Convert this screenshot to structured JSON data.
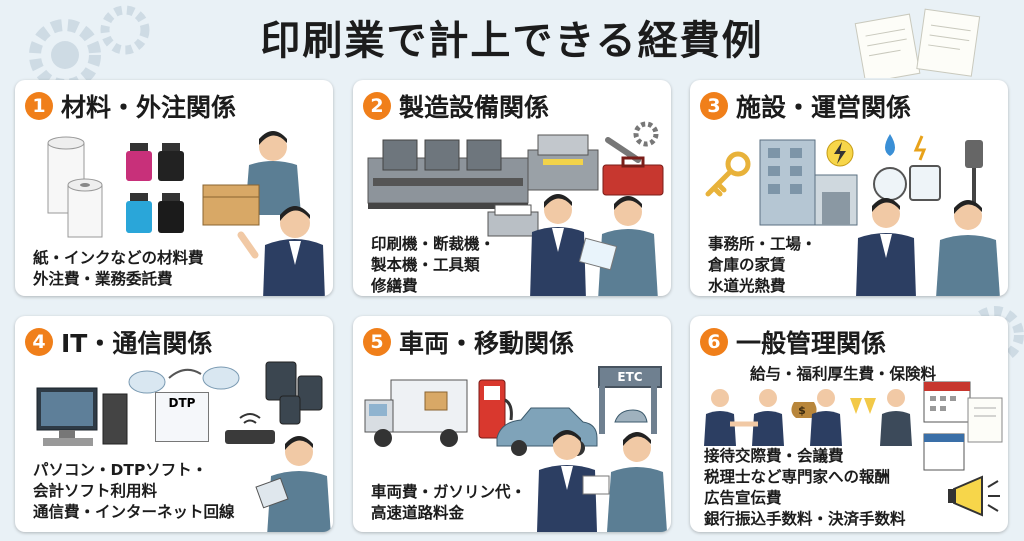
{
  "page_title": "印刷業で計上できる経費例",
  "cards": [
    {
      "number": "1",
      "title": "材料・外注関係",
      "text": "紙・インクなどの材料費\n外注費・業務委託費"
    },
    {
      "number": "2",
      "title": "製造設備関係",
      "text": "印刷機・断裁機・\n製本機・工具類\n修繕費"
    },
    {
      "number": "3",
      "title": "施設・運営関係",
      "text": "事務所・工場・\n倉庫の家賃\n水道光熱費"
    },
    {
      "number": "4",
      "title": "IT・通信関係",
      "text": "パソコン・DTPソフト・\n会計ソフト利用料\n通信費・インターネット回線",
      "dtp_label": "DTP"
    },
    {
      "number": "5",
      "title": "車両・移動関係",
      "text": "車両費・ガソリン代・\n高速道路料金",
      "etc_label": "ETC"
    },
    {
      "number": "6",
      "title": "一般管理関係",
      "subtitle": "給与・福利厚生費・保険料",
      "text": "接待交際費・会議費\n税理士など専門家への報酬\n広告宣伝費\n銀行振込手数料・決済手数料",
      "money_label": "$"
    }
  ],
  "colors": {
    "accent": "#f07f1a",
    "suit": "#2c3e62",
    "uniform": "#5b7e94",
    "background": "#e9f1f6"
  }
}
